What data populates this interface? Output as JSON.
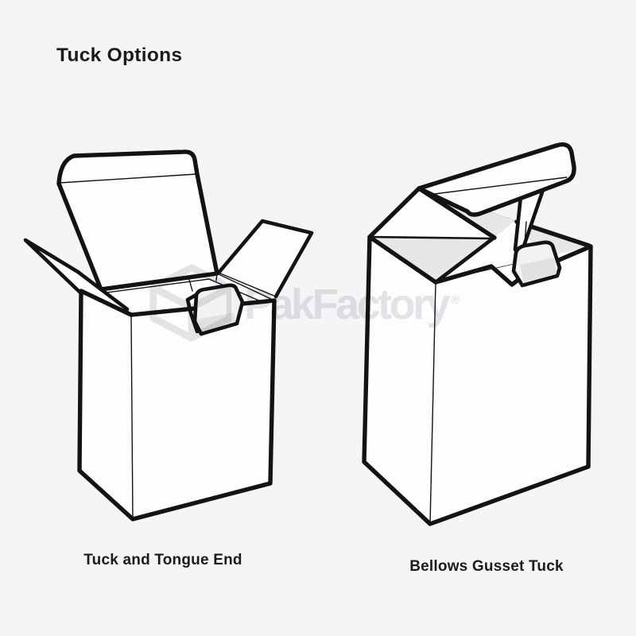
{
  "page": {
    "title": "Tuck Options"
  },
  "watermark": {
    "text": "PakFactory",
    "registered_mark": "®",
    "logo_icon": "pakfactory-cube-logo"
  },
  "figures": [
    {
      "id": "tuck-and-tongue-end",
      "label": "Tuck and Tongue End"
    },
    {
      "id": "bellows-gusset-tuck",
      "label": "Bellows Gusset Tuck"
    }
  ],
  "colors": {
    "background": "#f5f5f7",
    "line": "#131313",
    "box_fill": "#fdfdfe",
    "gusset_fill": "#e7e7e9",
    "tab_fill": "#f2f2f3",
    "tab_band": "#e1e1e3",
    "text": "#1b1b1e",
    "watermark": "#e4e4e8"
  }
}
